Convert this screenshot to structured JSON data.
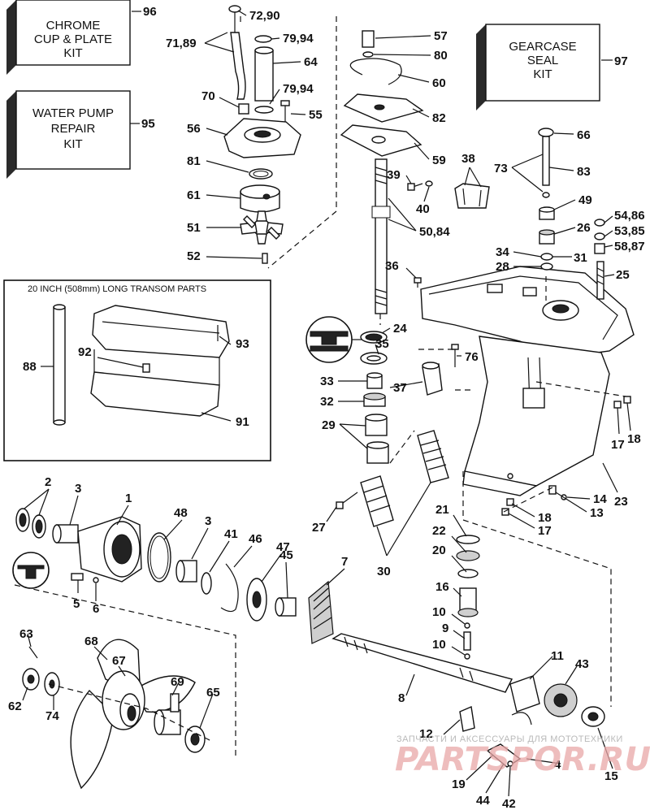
{
  "kits": [
    {
      "lines": [
        "CHROME",
        "CUP & PLATE",
        "KIT"
      ],
      "ref": "96"
    },
    {
      "lines": [
        "WATER PUMP",
        "REPAIR",
        "KIT"
      ],
      "ref": "95"
    },
    {
      "lines": [
        "GEARCASE",
        "SEAL",
        "KIT"
      ],
      "ref": "97"
    }
  ],
  "inset": {
    "title": "20 INCH (508mm) LONG TRANSOM PARTS",
    "callouts": [
      "88",
      "92",
      "93",
      "91"
    ]
  },
  "callouts": [
    "72,90",
    "71,89",
    "79,94",
    "64",
    "79,94",
    "70",
    "55",
    "56",
    "81",
    "61",
    "51",
    "52",
    "57",
    "80",
    "60",
    "82",
    "59",
    "38",
    "39",
    "40",
    "50,84",
    "36",
    "24",
    "35",
    "76",
    "33",
    "37",
    "32",
    "29",
    "66",
    "73",
    "83",
    "49",
    "26",
    "54,86",
    "53,85",
    "58,87",
    "34",
    "31",
    "28",
    "25",
    "17",
    "18",
    "23",
    "14",
    "13",
    "18",
    "17",
    "2",
    "3",
    "1",
    "48",
    "3",
    "41",
    "46",
    "47",
    "45",
    "7",
    "27",
    "30",
    "21",
    "22",
    "20",
    "16",
    "10",
    "9",
    "10",
    "5",
    "6",
    "63",
    "68",
    "67",
    "62",
    "74",
    "69",
    "65",
    "8",
    "11",
    "43",
    "12",
    "4",
    "19",
    "44",
    "42",
    "15"
  ],
  "watermark": {
    "text": "ЗАПЧАСТИ И АКСЕССУАРЫ ДЛЯ МОТОТЕХНИКИ",
    "logo": "PARTSPOR.RU"
  }
}
